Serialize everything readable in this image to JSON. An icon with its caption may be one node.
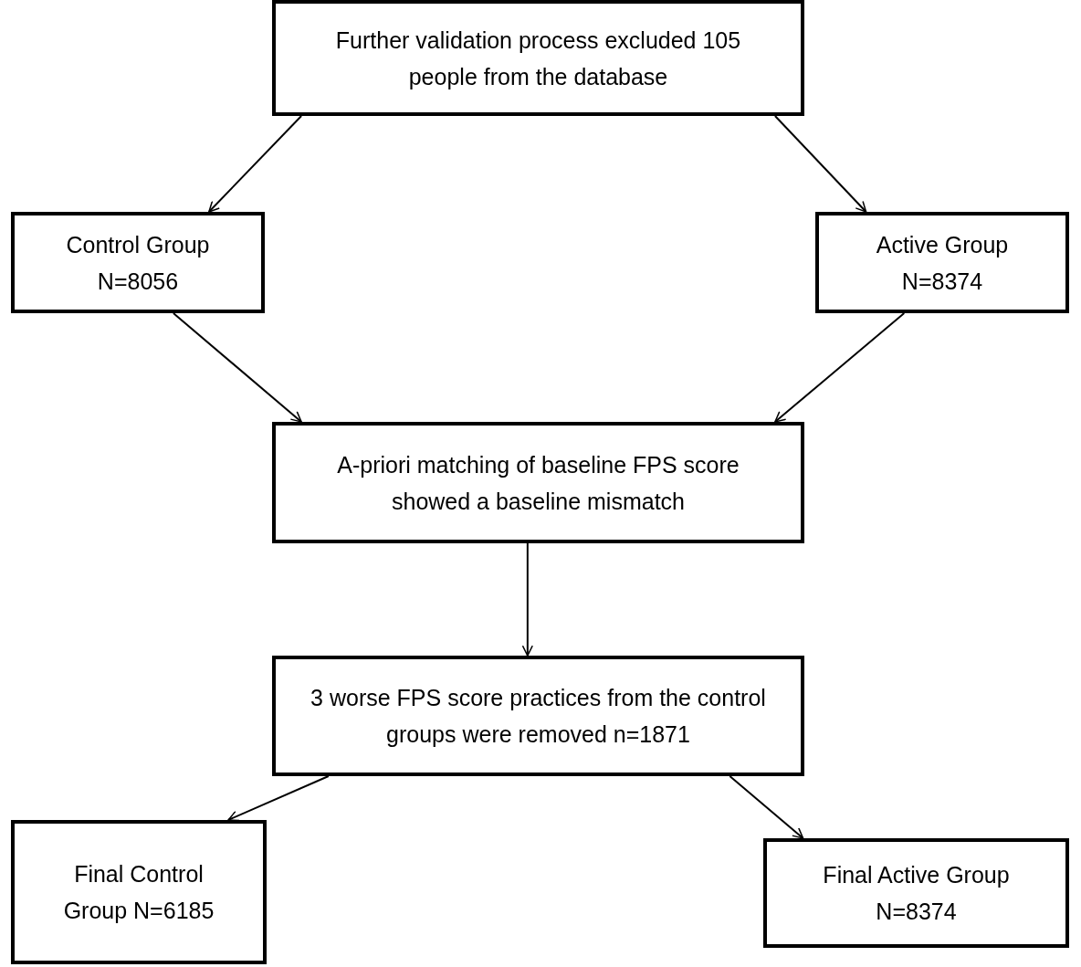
{
  "diagram": {
    "nodes": [
      {
        "text": [
          "Further validation process excluded 105 people from the database"
        ]
      },
      {
        "text": [
          "Control Group N=8056"
        ]
      },
      {
        "text": [
          "Active Group N=8374"
        ]
      },
      {
        "text": [
          "A-priori matching of baseline FPS score showed a baseline mismatch"
        ]
      },
      {
        "text": [
          "3 worse FPS score practices from the control groups were removed n=1871"
        ]
      },
      {
        "text": [
          "Final Control Group N=6185"
        ]
      },
      {
        "text": [
          "Final Active Group N=8374"
        ]
      }
    ],
    "edges": [
      {
        "from": 0,
        "to": 1,
        "arrow": "to"
      },
      {
        "from": 0,
        "to": 2,
        "arrow": "to"
      },
      {
        "from": 1,
        "to": 3,
        "arrow": "to"
      },
      {
        "from": 2,
        "to": 3,
        "arrow": "to"
      },
      {
        "from": 3,
        "to": 4,
        "arrow": "to"
      },
      {
        "from": 4,
        "to": 5,
        "arrow": "to"
      },
      {
        "from": 4,
        "to": 6,
        "arrow": "to"
      }
    ]
  }
}
